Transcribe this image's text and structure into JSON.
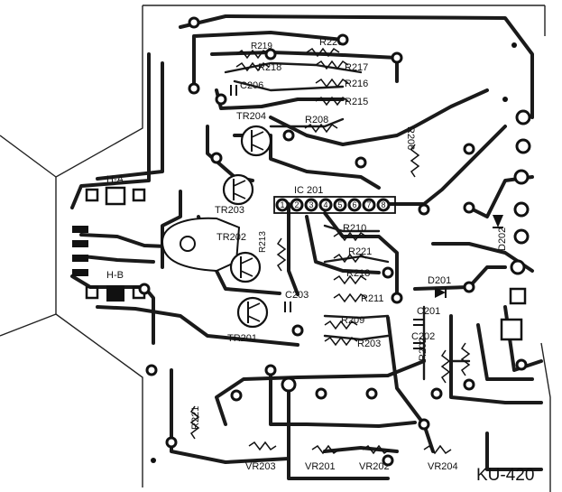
{
  "board": {
    "id": "KU-420"
  },
  "integrated_circuit": {
    "label": "IC 201",
    "pins": [
      "1",
      "2",
      "3",
      "4",
      "5",
      "6",
      "7",
      "8"
    ]
  },
  "transistors": [
    "TR201",
    "TR202",
    "TR203",
    "TR204"
  ],
  "diodes": [
    "D201",
    "D202"
  ],
  "capacitors": [
    "C201",
    "C202",
    "C203",
    "C206"
  ],
  "resistors": [
    "R202",
    "R203",
    "R206",
    "R208",
    "R209",
    "R210",
    "R211",
    "R212",
    "R213",
    "R214",
    "R215",
    "R216",
    "R217",
    "R218",
    "R219",
    "R220",
    "R221"
  ],
  "variable_resistors": [
    "VR201",
    "VR202",
    "VR203",
    "VR204"
  ],
  "connectors": [
    "H-A",
    "H-B"
  ]
}
